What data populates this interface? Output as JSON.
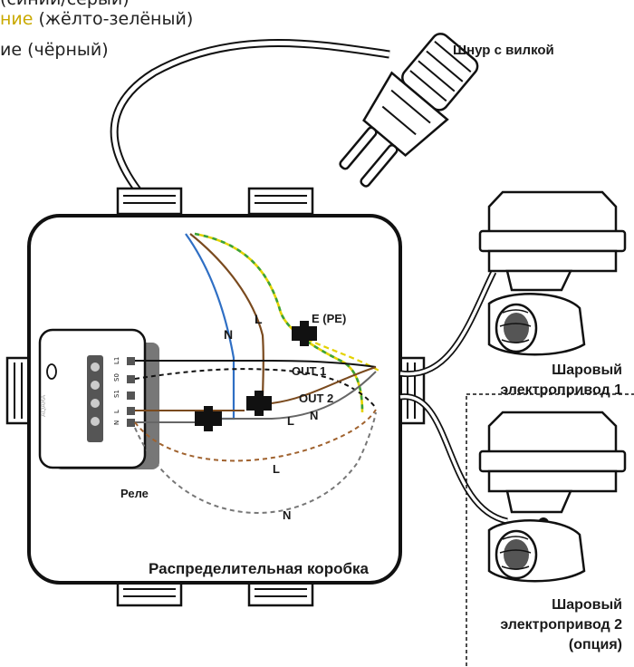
{
  "legend": {
    "line0": "(синий/серый)",
    "line1_hl": "ние",
    "line1_rest": " (жёлто-зелёный)",
    "line2": "ие (чёрный)"
  },
  "labels": {
    "plug": "Шнур с вилкой",
    "valve1": [
      "Шаровый",
      "электропривод 1"
    ],
    "valve2": [
      "Шаровый",
      "электропривод 2",
      "(опция)"
    ],
    "box": "Распределительная коробка",
    "relay": "Реле",
    "relay_pins": [
      "L1",
      "S0",
      "S1",
      "L",
      "N"
    ]
  },
  "wires": {
    "N": "N",
    "L": "L",
    "E": "E (PE)",
    "out1": "OUT 1",
    "out2": "OUT 2",
    "L2": "L",
    "N2": "N",
    "L3": "L",
    "N3": "N"
  },
  "colors": {
    "neutral": "#2f6fc4",
    "line": "#7a4a1e",
    "earth_yellow": "#e4d200",
    "earth_green": "#3aa23a",
    "black": "#111111",
    "gray": "#666666"
  }
}
